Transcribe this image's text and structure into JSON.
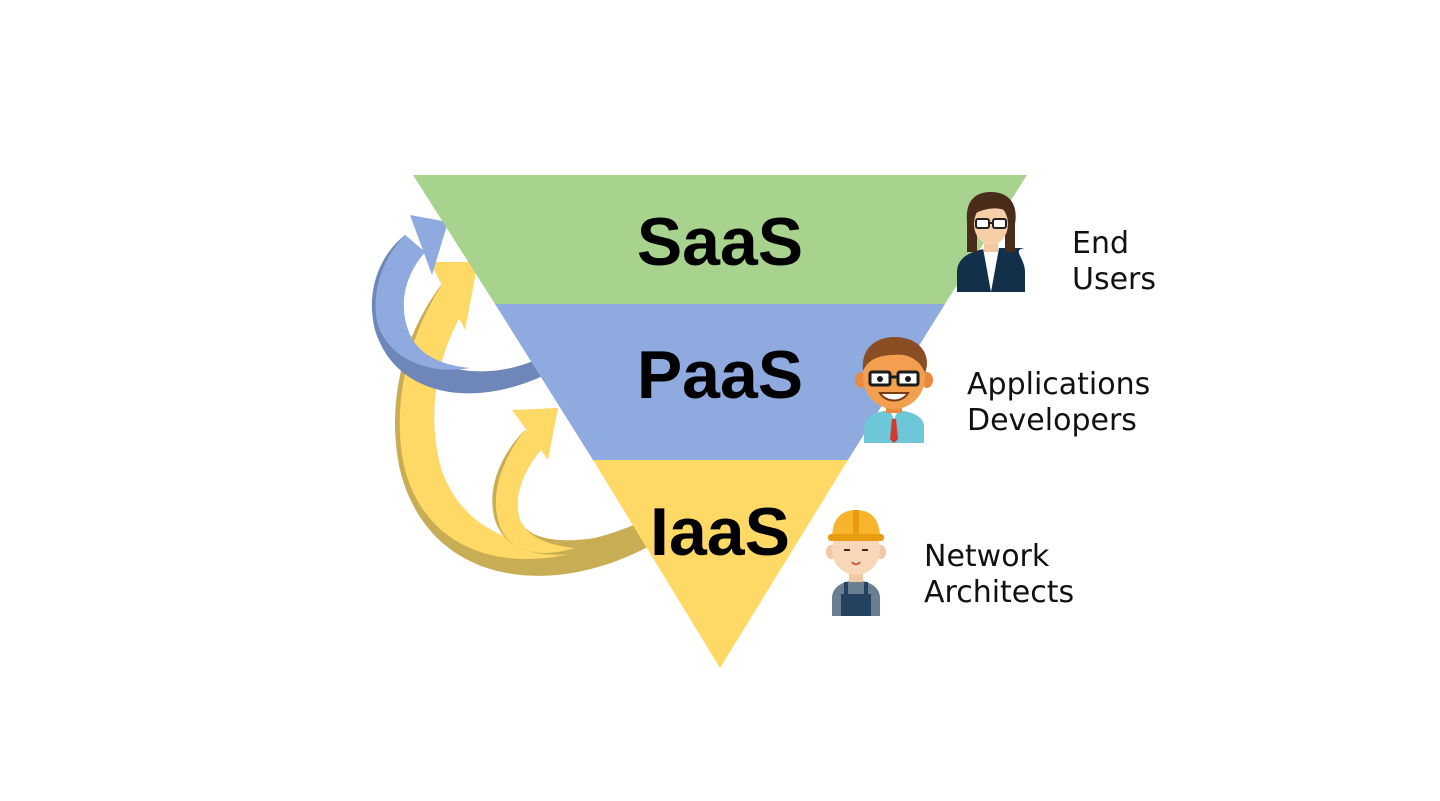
{
  "layers": [
    {
      "id": "saas",
      "label": "SaaS",
      "color": "#a8d38f"
    },
    {
      "id": "paas",
      "label": "PaaS",
      "color": "#8eaadf"
    },
    {
      "id": "iaas",
      "label": "IaaS",
      "color": "#ffd966"
    }
  ],
  "roles": [
    {
      "id": "end-users",
      "lines": [
        "End",
        "Users"
      ],
      "icon": "woman-with-glasses-avatar-icon"
    },
    {
      "id": "app-developers",
      "lines": [
        "Applications",
        "Developers"
      ],
      "icon": "man-with-glasses-and-tie-avatar-icon"
    },
    {
      "id": "network-architects",
      "lines": [
        "Network",
        "Architects"
      ],
      "icon": "worker-with-hard-hat-avatar-icon"
    }
  ],
  "arrows": [
    {
      "id": "paas-to-saas",
      "color": "#8eaadf",
      "shade": "#6f87b8"
    },
    {
      "id": "iaas-to-saas",
      "color": "#ffd966",
      "shade": "#c9ad55"
    },
    {
      "id": "iaas-to-paas",
      "color": "#ffd966",
      "shade": "#c9ad55"
    }
  ]
}
